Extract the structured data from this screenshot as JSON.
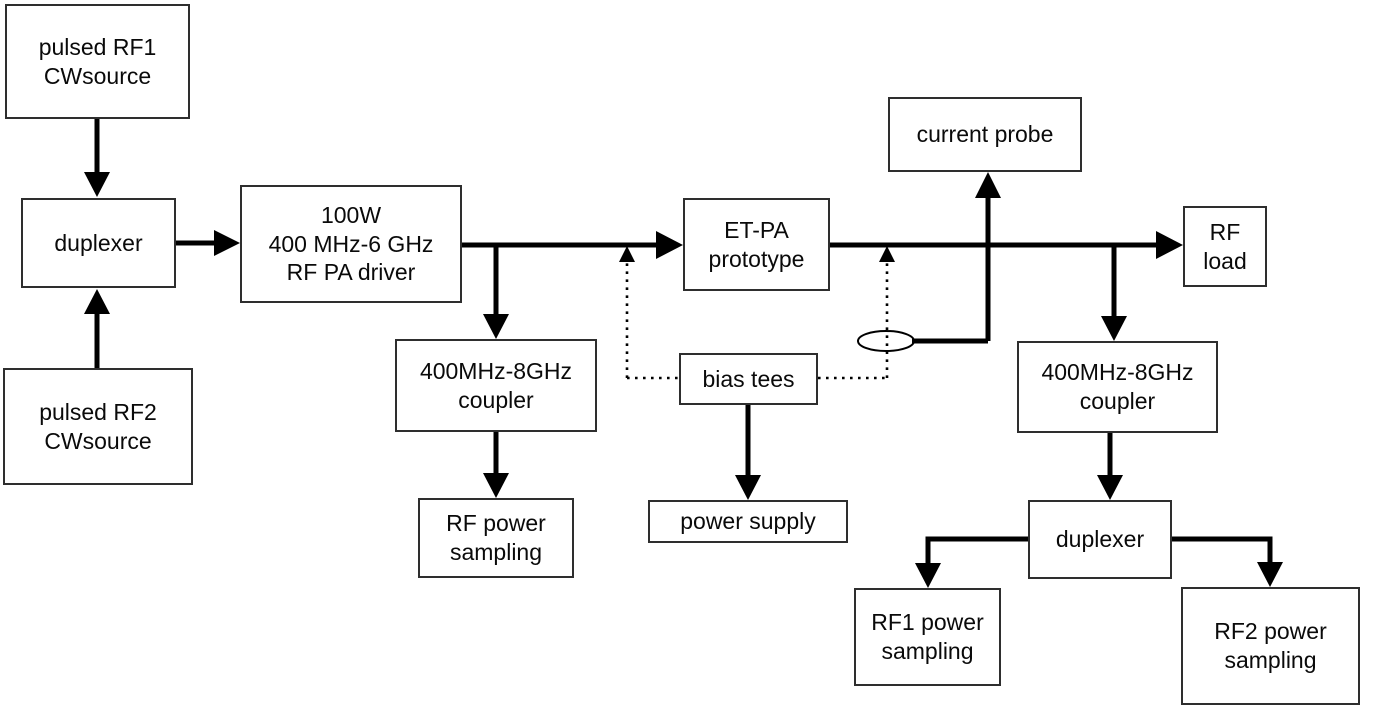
{
  "diagram": {
    "type": "block-diagram",
    "background_color": "#ffffff",
    "line_color": "#000000",
    "box_border_color": "#2e2e2e",
    "box_fill_color": "#ffffff",
    "nodes": [
      {
        "id": "pulsed-rf1-cwsource",
        "label": "pulsed RF1\nCWsource"
      },
      {
        "id": "duplexer-input",
        "label": "duplexer"
      },
      {
        "id": "pulsed-rf2-cwsource",
        "label": "pulsed RF2\nCWsource"
      },
      {
        "id": "rf-pa-driver",
        "label": "100W\n400 MHz-6 GHz\nRF PA driver"
      },
      {
        "id": "coupler-input",
        "label": "400MHz-8GHz\ncoupler"
      },
      {
        "id": "rf-power-sampling",
        "label": "RF power\nsampling"
      },
      {
        "id": "et-pa-prototype",
        "label": "ET-PA\nprototype"
      },
      {
        "id": "bias-tees",
        "label": "bias tees"
      },
      {
        "id": "power-supply",
        "label": "power supply"
      },
      {
        "id": "current-probe",
        "label": "current probe"
      },
      {
        "id": "rf-load",
        "label": "RF\nload"
      },
      {
        "id": "coupler-output",
        "label": "400MHz-8GHz\ncoupler"
      },
      {
        "id": "duplexer-output",
        "label": "duplexer"
      },
      {
        "id": "rf1-power-sampling",
        "label": "RF1 power\nsampling"
      },
      {
        "id": "rf2-power-sampling",
        "label": "RF2 power\nsampling"
      }
    ],
    "connections": [
      {
        "from": "pulsed-rf1-cwsource",
        "to": "duplexer-input",
        "style": "solid-arrow"
      },
      {
        "from": "pulsed-rf2-cwsource",
        "to": "duplexer-input",
        "style": "solid-arrow"
      },
      {
        "from": "duplexer-input",
        "to": "rf-pa-driver",
        "style": "solid-arrow"
      },
      {
        "from": "rf-pa-driver",
        "to": "et-pa-prototype",
        "style": "solid-arrow"
      },
      {
        "from": "rf-pa-driver",
        "to": "coupler-input",
        "style": "solid-arrow"
      },
      {
        "from": "coupler-input",
        "to": "rf-power-sampling",
        "style": "solid-arrow"
      },
      {
        "from": "bias-tees",
        "to": "rf-pa-driver-output-line",
        "style": "dotted-arrow"
      },
      {
        "from": "bias-tees",
        "to": "et-pa-output-line",
        "style": "dotted-arrow"
      },
      {
        "from": "bias-tees",
        "to": "power-supply",
        "style": "solid-arrow"
      },
      {
        "from": "et-pa-prototype",
        "to": "rf-load",
        "style": "solid-arrow"
      },
      {
        "from": "et-pa-output-line",
        "to": "current-probe",
        "style": "solid-arrow-through-loop"
      },
      {
        "from": "et-pa-output-line",
        "to": "coupler-output",
        "style": "solid-arrow"
      },
      {
        "from": "coupler-output",
        "to": "duplexer-output",
        "style": "solid-arrow"
      },
      {
        "from": "duplexer-output",
        "to": "rf1-power-sampling",
        "style": "solid-arrow"
      },
      {
        "from": "duplexer-output",
        "to": "rf2-power-sampling",
        "style": "solid-arrow"
      }
    ]
  }
}
